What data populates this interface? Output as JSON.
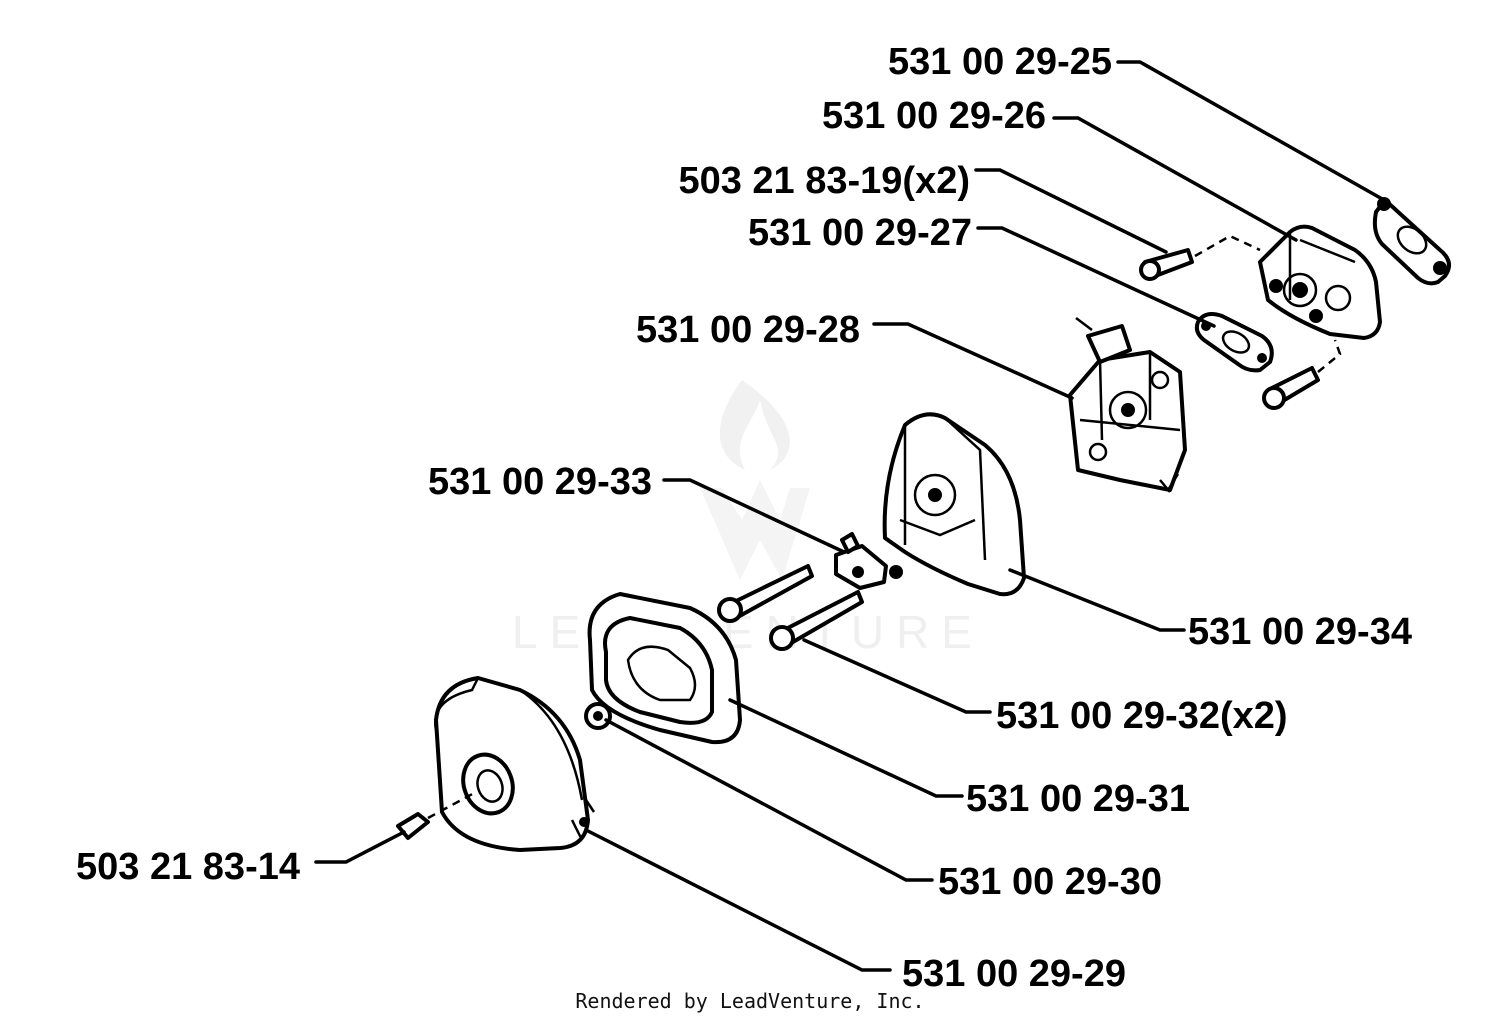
{
  "parts": [
    {
      "id": "p25",
      "label": "531 00 29-25"
    },
    {
      "id": "p26",
      "label": "531 00 29-26"
    },
    {
      "id": "p19",
      "label": "503 21 83-19(x2)"
    },
    {
      "id": "p27",
      "label": "531 00 29-27"
    },
    {
      "id": "p28",
      "label": "531 00 29-28"
    },
    {
      "id": "p33",
      "label": "531 00 29-33"
    },
    {
      "id": "p34",
      "label": "531 00 29-34"
    },
    {
      "id": "p32",
      "label": "531 00 29-32(x2)"
    },
    {
      "id": "p31",
      "label": "531 00 29-31"
    },
    {
      "id": "p14",
      "label": "503 21 83-14"
    },
    {
      "id": "p30",
      "label": "531 00 29-30"
    },
    {
      "id": "p29",
      "label": "531 00 29-29"
    }
  ],
  "watermark": "LEADVENTURE",
  "footer": "Rendered by LeadVenture, Inc."
}
